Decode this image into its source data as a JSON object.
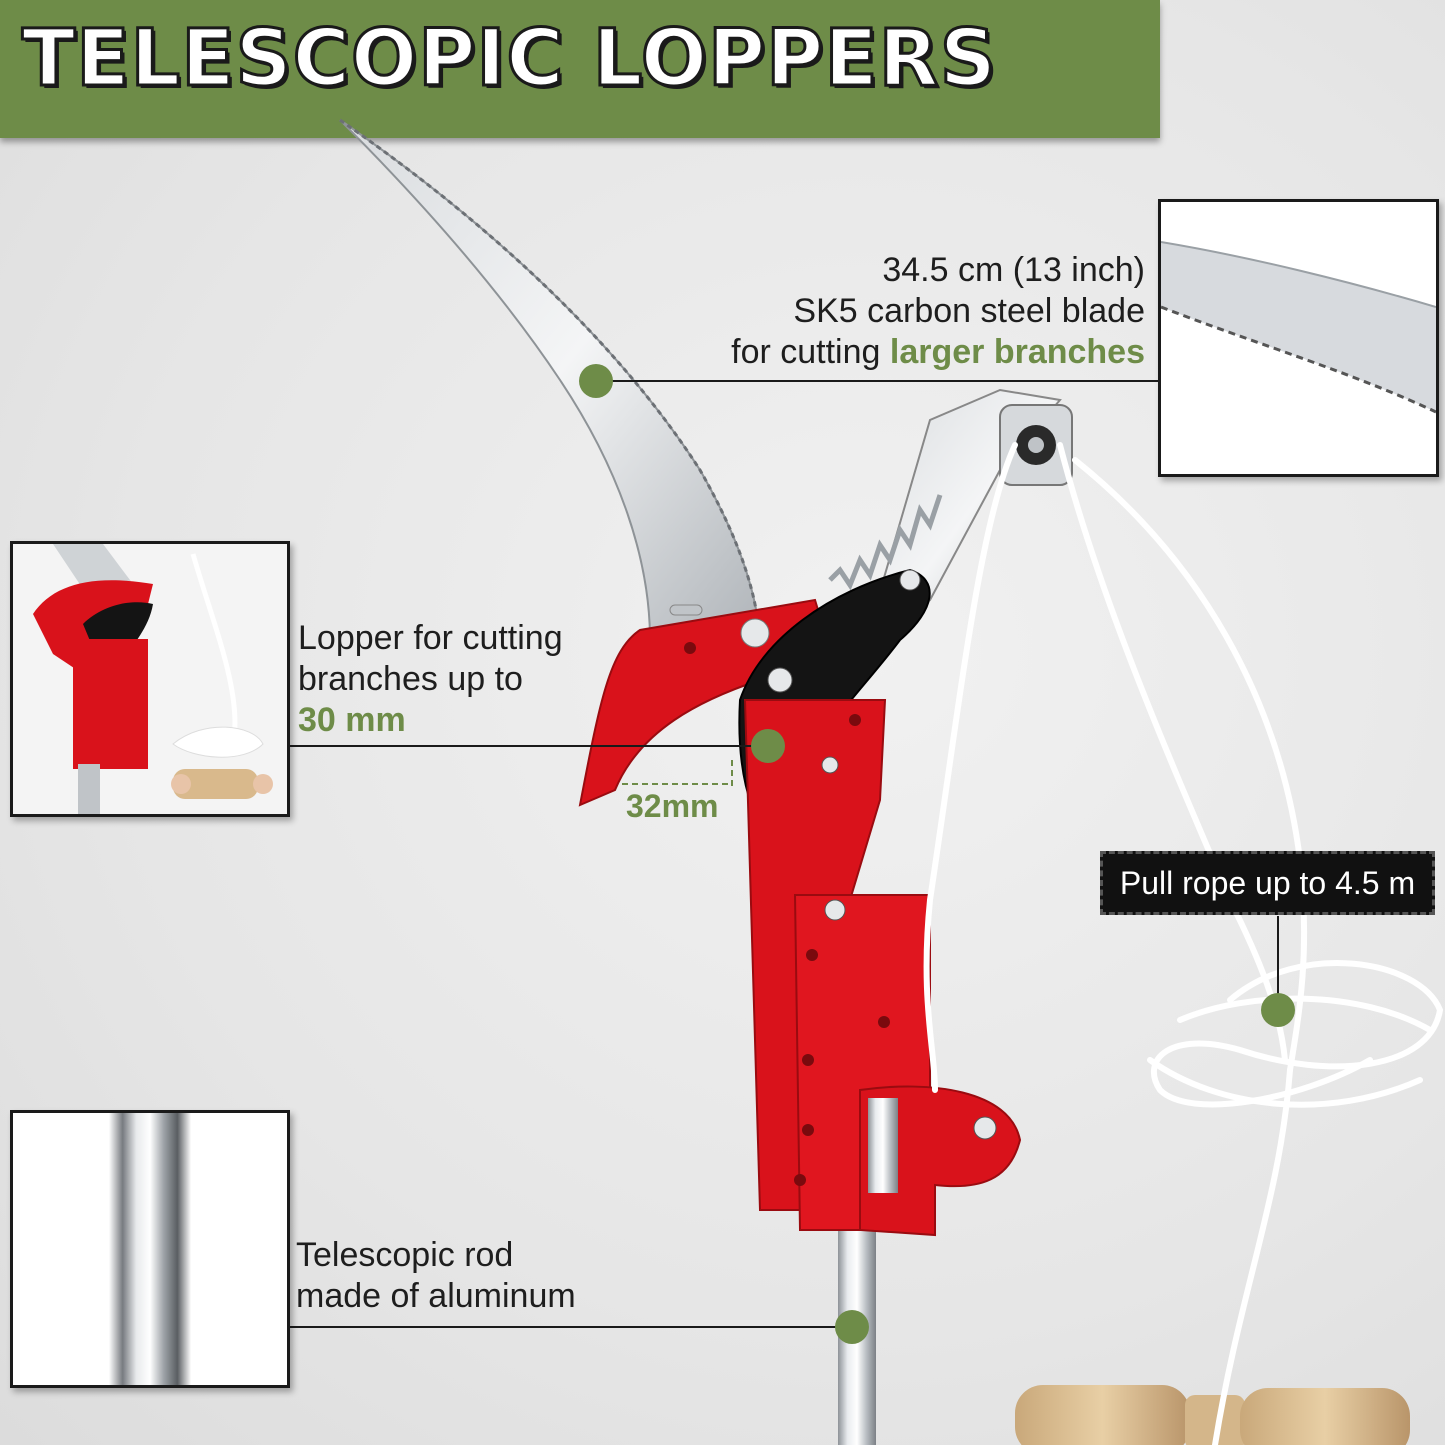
{
  "title": "TELESCOPIC LOPPERS",
  "callouts": {
    "saw": {
      "line1": "34.5 cm (13 inch)",
      "line2": "SK5 carbon steel blade",
      "line3_prefix": "for cutting ",
      "line3_highlight": "larger branches"
    },
    "lopper": {
      "line1": "Lopper for cutting",
      "line2": "branches up to",
      "line3_highlight": "30 mm"
    },
    "rope": {
      "label": "Pull rope up to 4.5 m"
    },
    "rod": {
      "line1": "Telescopic rod",
      "line2": "made of aluminum"
    },
    "measurement": "32mm"
  },
  "colors": {
    "accent_green": "#6e8c48",
    "head_red": "#d9121b",
    "blade_black": "#141414",
    "steel": "#c8ccd0"
  },
  "icons": [
    "saw-blade-closeup",
    "lopper-closeup",
    "rod-closeup",
    "callout-dot"
  ]
}
